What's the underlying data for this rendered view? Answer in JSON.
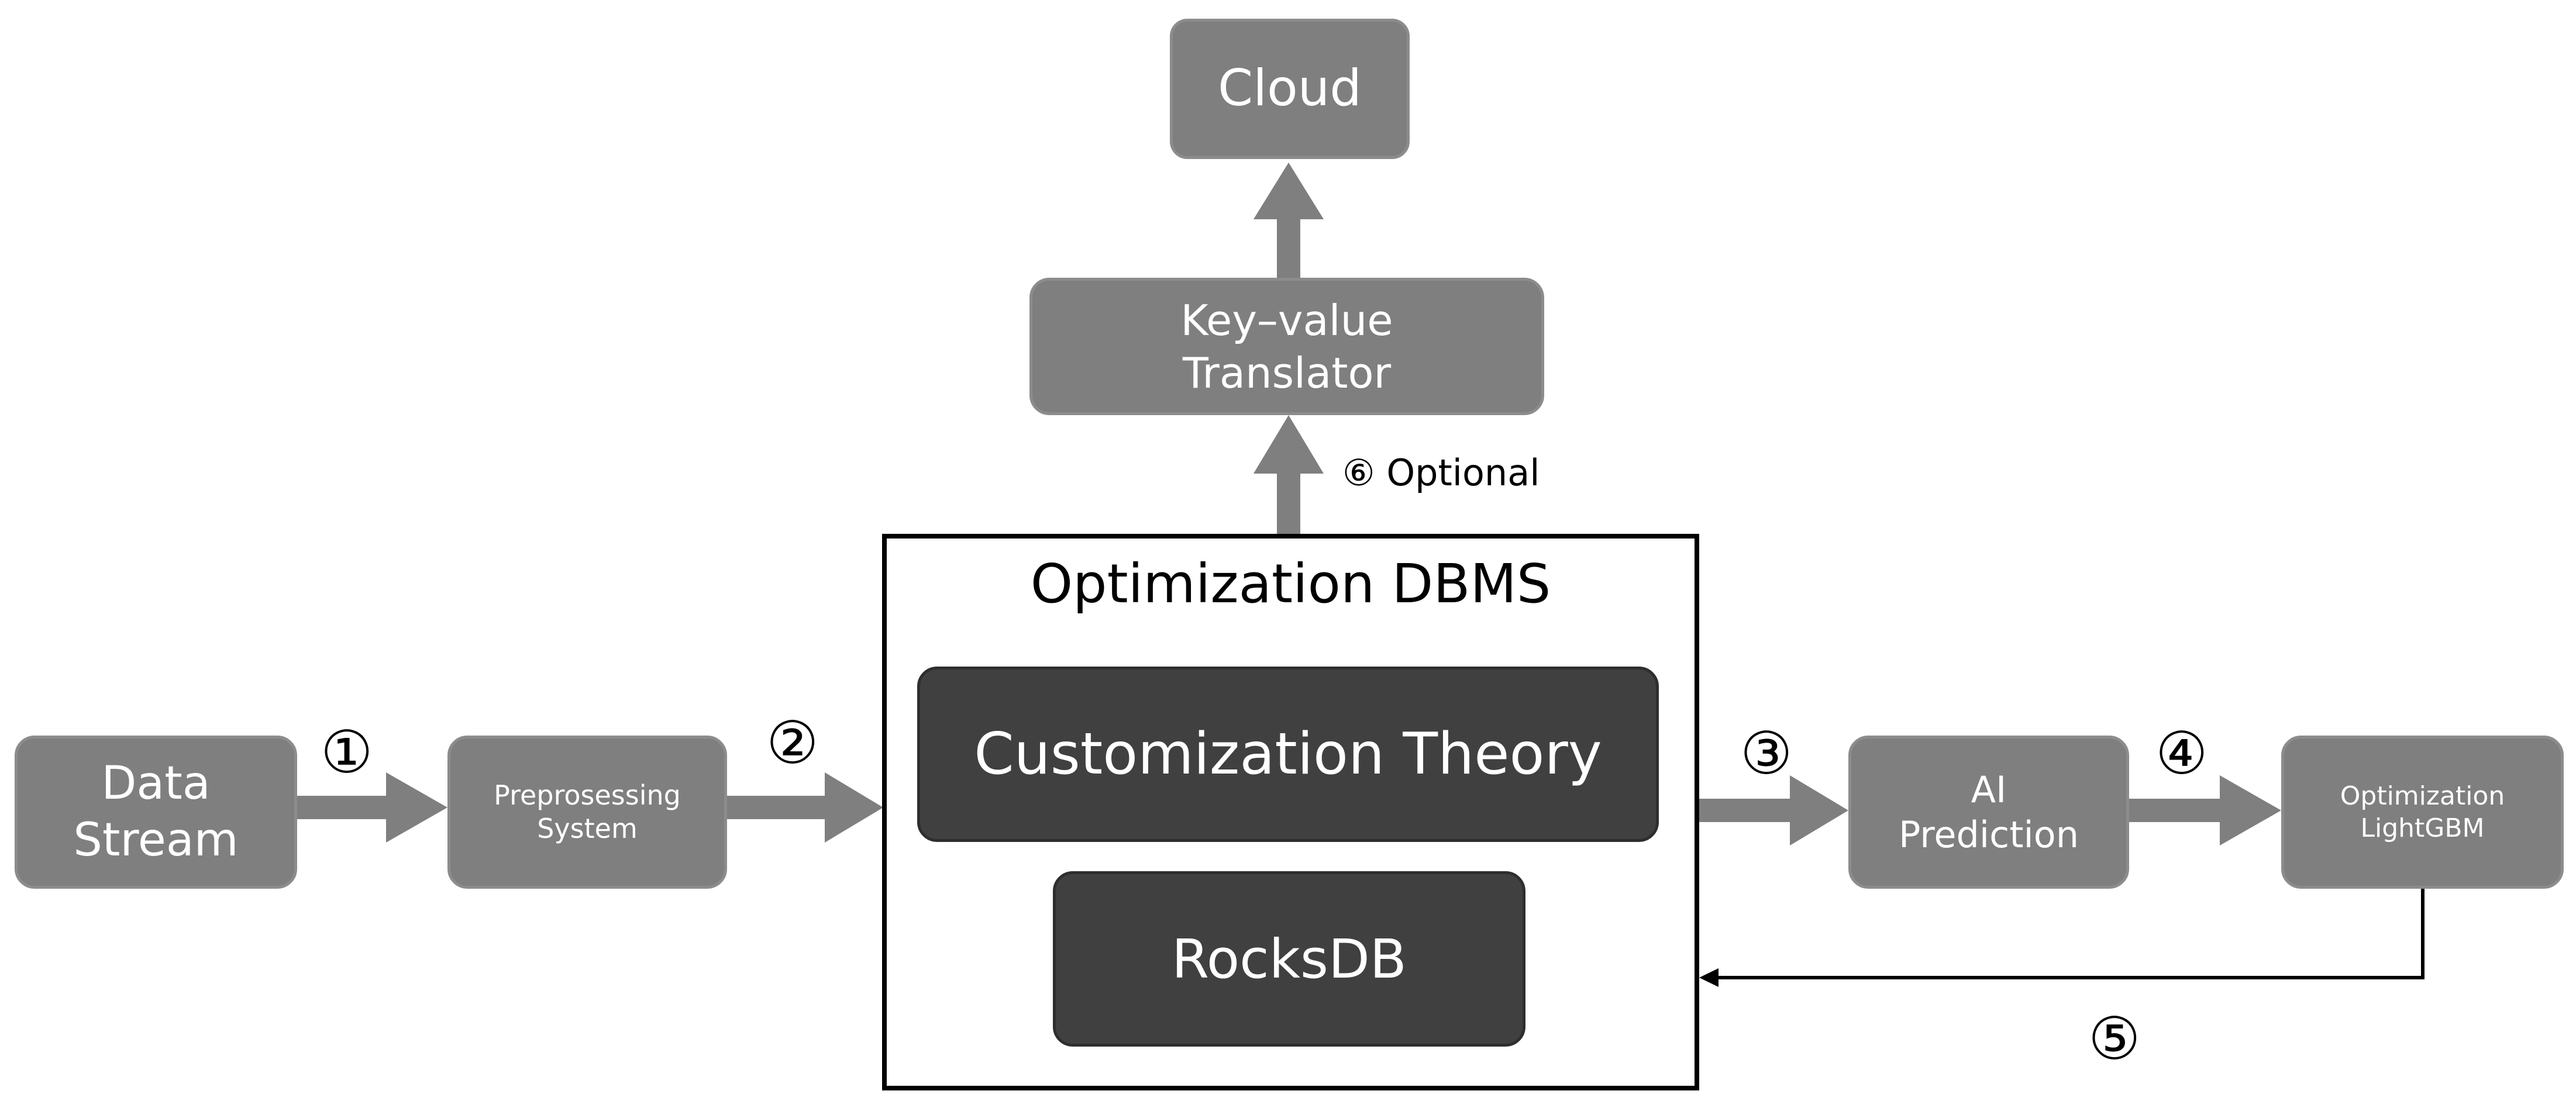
{
  "nodes": {
    "cloud": {
      "label": "Cloud"
    },
    "translator": {
      "lines": [
        "Key–value",
        "Translator"
      ]
    },
    "dbms": {
      "title": "Optimization DBMS"
    },
    "customization": {
      "label": "Customization Theory"
    },
    "rocksdb": {
      "label": "RocksDB"
    },
    "data_stream": {
      "lines": [
        "Data",
        "Stream"
      ]
    },
    "preprocessing": {
      "lines": [
        "Preprosessing",
        "System"
      ]
    },
    "ai_prediction": {
      "lines": [
        "AI",
        "Prediction"
      ]
    },
    "lightgbm": {
      "lines": [
        "Optimization",
        "LightGBM"
      ]
    }
  },
  "steps": {
    "s1": "①",
    "s2": "②",
    "s3": "③",
    "s4": "④",
    "s5": "⑤",
    "s6": "⑥",
    "s6_text": "Optional"
  },
  "colors": {
    "box_gray": "#7f7f7f",
    "box_dark": "#404040",
    "arrow_gray": "#7f7f7f",
    "line_black": "#000000"
  }
}
